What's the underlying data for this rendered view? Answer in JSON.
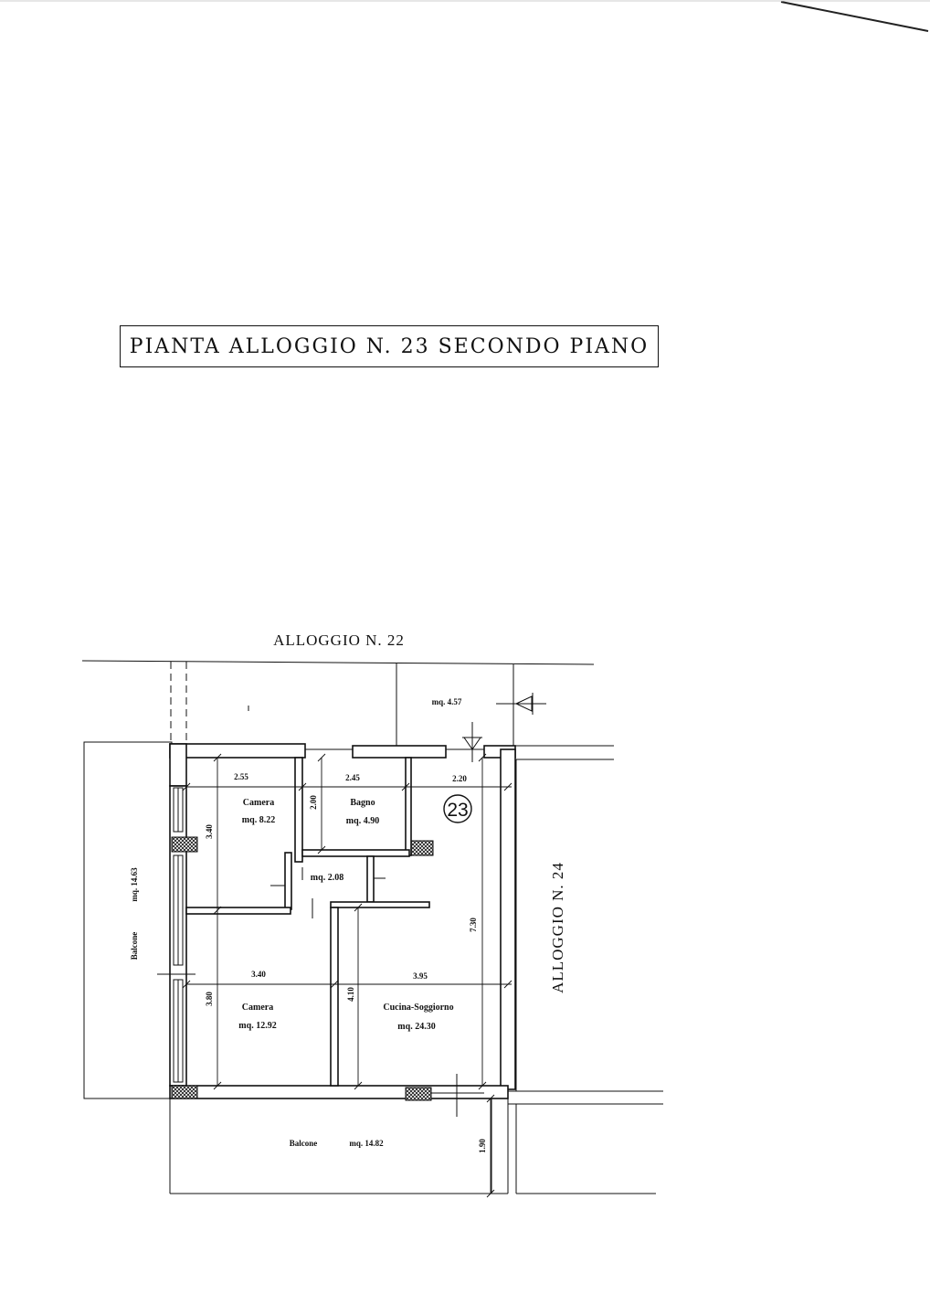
{
  "title": "PIANTA ALLOGGIO N. 23 SECONDO PIANO",
  "neighbors": {
    "top": "ALLOGGIO N. 22",
    "right": "ALLOGGIO N. 24"
  },
  "unit_number": "23",
  "rooms": {
    "camera_small": {
      "name": "Camera",
      "area": "mq. 8.22"
    },
    "bagno": {
      "name": "Bagno",
      "area": "mq. 4.90"
    },
    "disimpegno": {
      "area": "mq. 2.08"
    },
    "camera_large": {
      "name": "Camera",
      "area": "mq. 12.92"
    },
    "cucina": {
      "name": "Cucina-Soggiorno",
      "area": "mq. 24.30"
    },
    "balcone_left": {
      "name": "Balcone",
      "area": "mq. 14.63"
    },
    "balcone_bottom": {
      "name": "Balcone",
      "area": "mq. 14.82"
    },
    "stair_area": {
      "area": "mq. 4.57"
    }
  },
  "dimensions": {
    "camera_small_width": "2.55",
    "bagno_width": "2.45",
    "corner_width": "2.20",
    "bagno_depth": "2.00",
    "camera_small_depth": "3.40",
    "cucina_depth_total": "7.30",
    "camera_large_width": "3.40",
    "cucina_width": "3.95",
    "camera_large_depth": "3.80",
    "cucina_depth": "4.10",
    "balcone_depth": "1.90"
  }
}
